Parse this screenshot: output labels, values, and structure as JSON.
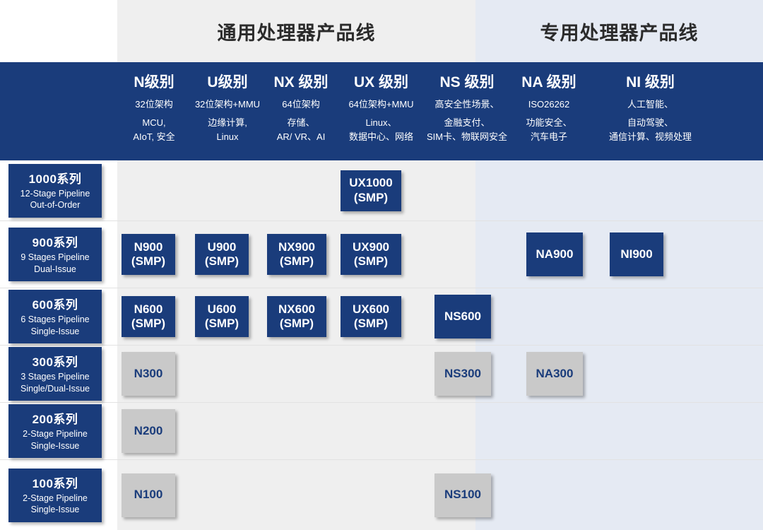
{
  "families": [
    {
      "id": "general",
      "label": "通用处理器产品线",
      "bg": "#efefef"
    },
    {
      "id": "special",
      "label": "专用处理器产品线",
      "bg": "#e5eaf3"
    }
  ],
  "colors": {
    "navy": "#1a3c7b",
    "gray_chip": "#c9c9c9",
    "general_bg": "#efefef",
    "special_bg": "#e5eaf3",
    "row_divider": "#e2e2e2",
    "header_text": "#ffffff"
  },
  "columns": [
    {
      "key": "n",
      "title": "N级别",
      "sub1": "32位架构",
      "sub2": "MCU,\nAIoT, 安全",
      "family": "general"
    },
    {
      "key": "u",
      "title": "U级别",
      "sub1": "32位架构+MMU",
      "sub2": "边缘计算,\nLinux",
      "family": "general"
    },
    {
      "key": "nx",
      "title": "NX 级别",
      "sub1": "64位架构",
      "sub2": "存储、\nAR/ VR、AI",
      "family": "general"
    },
    {
      "key": "ux",
      "title": "UX 级别",
      "sub1": "64位架构+MMU",
      "sub2": "Linux、\n数据中心、网络",
      "family": "general"
    },
    {
      "key": "ns",
      "title": "NS 级别",
      "sub1": "高安全性场景、",
      "sub2": "金融支付、\nSIM卡、物联网安全",
      "family": "special"
    },
    {
      "key": "na",
      "title": "NA 级别",
      "sub1": "ISO26262",
      "sub2": "功能安全、\n汽车电子",
      "family": "special"
    },
    {
      "key": "ni",
      "title": "NI 级别",
      "sub1": "人工智能、",
      "sub2": "自动驾驶、\n通信计算、视频处理",
      "family": "special"
    }
  ],
  "rows": [
    {
      "key": "s1000",
      "label_title": "1000系列",
      "label_sub": "12-Stage Pipeline\nOut-of-Order",
      "cells": [
        {
          "col": "n",
          "name": "",
          "sub": "",
          "style": "none"
        },
        {
          "col": "u",
          "name": "",
          "sub": "",
          "style": "none"
        },
        {
          "col": "nx",
          "name": "",
          "sub": "",
          "style": "none"
        },
        {
          "col": "ux",
          "name": "UX1000",
          "sub": "(SMP)",
          "style": "navy"
        },
        {
          "col": "ns",
          "name": "",
          "sub": "",
          "style": "none"
        },
        {
          "col": "na",
          "name": "",
          "sub": "",
          "style": "none"
        },
        {
          "col": "ni",
          "name": "",
          "sub": "",
          "style": "none"
        }
      ]
    },
    {
      "key": "s900",
      "label_title": "900系列",
      "label_sub": "9 Stages Pipeline\nDual-Issue",
      "cells": [
        {
          "col": "n",
          "name": "N900",
          "sub": "(SMP)",
          "style": "navy"
        },
        {
          "col": "u",
          "name": "U900",
          "sub": "(SMP)",
          "style": "navy"
        },
        {
          "col": "nx",
          "name": "NX900",
          "sub": "(SMP)",
          "style": "navy"
        },
        {
          "col": "ux",
          "name": "UX900",
          "sub": "(SMP)",
          "style": "navy"
        },
        {
          "col": "ns",
          "name": "",
          "sub": "",
          "style": "none"
        },
        {
          "col": "na",
          "name": "NA900",
          "sub": "",
          "style": "navy"
        },
        {
          "col": "ni",
          "name": "NI900",
          "sub": "",
          "style": "navy"
        }
      ]
    },
    {
      "key": "s600",
      "label_title": "600系列",
      "label_sub": "6 Stages Pipeline\nSingle-Issue",
      "cells": [
        {
          "col": "n",
          "name": "N600",
          "sub": "(SMP)",
          "style": "navy"
        },
        {
          "col": "u",
          "name": "U600",
          "sub": "(SMP)",
          "style": "navy"
        },
        {
          "col": "nx",
          "name": "NX600",
          "sub": "(SMP)",
          "style": "navy"
        },
        {
          "col": "ux",
          "name": "UX600",
          "sub": "(SMP)",
          "style": "navy"
        },
        {
          "col": "ns",
          "name": "NS600",
          "sub": "",
          "style": "navy"
        },
        {
          "col": "na",
          "name": "",
          "sub": "",
          "style": "none"
        },
        {
          "col": "ni",
          "name": "",
          "sub": "",
          "style": "none"
        }
      ]
    },
    {
      "key": "s300",
      "label_title": "300系列",
      "label_sub": "3 Stages Pipeline\nSingle/Dual-Issue",
      "cells": [
        {
          "col": "n",
          "name": "N300",
          "sub": "",
          "style": "gray"
        },
        {
          "col": "u",
          "name": "",
          "sub": "",
          "style": "none"
        },
        {
          "col": "nx",
          "name": "",
          "sub": "",
          "style": "none"
        },
        {
          "col": "ux",
          "name": "",
          "sub": "",
          "style": "none"
        },
        {
          "col": "ns",
          "name": "NS300",
          "sub": "",
          "style": "gray"
        },
        {
          "col": "na",
          "name": "NA300",
          "sub": "",
          "style": "gray"
        },
        {
          "col": "ni",
          "name": "",
          "sub": "",
          "style": "none"
        }
      ]
    },
    {
      "key": "s200",
      "label_title": "200系列",
      "label_sub": "2-Stage Pipeline\nSingle-Issue",
      "cells": [
        {
          "col": "n",
          "name": "N200",
          "sub": "",
          "style": "gray"
        },
        {
          "col": "u",
          "name": "",
          "sub": "",
          "style": "none"
        },
        {
          "col": "nx",
          "name": "",
          "sub": "",
          "style": "none"
        },
        {
          "col": "ux",
          "name": "",
          "sub": "",
          "style": "none"
        },
        {
          "col": "ns",
          "name": "",
          "sub": "",
          "style": "none"
        },
        {
          "col": "na",
          "name": "",
          "sub": "",
          "style": "none"
        },
        {
          "col": "ni",
          "name": "",
          "sub": "",
          "style": "none"
        }
      ]
    },
    {
      "key": "s100",
      "label_title": "100系列",
      "label_sub": "2-Stage Pipeline\nSingle-Issue",
      "cells": [
        {
          "col": "n",
          "name": "N100",
          "sub": "",
          "style": "gray"
        },
        {
          "col": "u",
          "name": "",
          "sub": "",
          "style": "none"
        },
        {
          "col": "nx",
          "name": "",
          "sub": "",
          "style": "none"
        },
        {
          "col": "ux",
          "name": "",
          "sub": "",
          "style": "none"
        },
        {
          "col": "ns",
          "name": "NS100",
          "sub": "",
          "style": "gray"
        },
        {
          "col": "na",
          "name": "",
          "sub": "",
          "style": "none"
        },
        {
          "col": "ni",
          "name": "",
          "sub": "",
          "style": "none"
        }
      ]
    }
  ]
}
